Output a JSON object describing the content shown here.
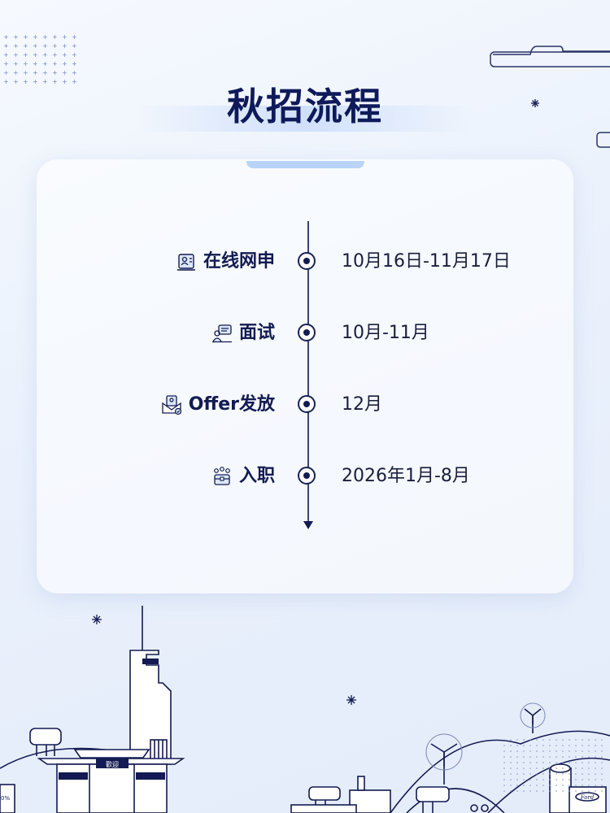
{
  "title": "秋招流程",
  "steps": [
    {
      "label": "在线网申",
      "date": "10月16日-11月17日",
      "icon": "application-form-icon"
    },
    {
      "label": "面试",
      "date": "10月-11月",
      "icon": "interview-icon"
    },
    {
      "label": "Offer发放",
      "date": "12月",
      "icon": "offer-mail-icon"
    },
    {
      "label": "入职",
      "date": "2026年1月-8月",
      "icon": "onboarding-team-icon"
    }
  ],
  "illustration": {
    "gate_sign": "歡迎",
    "brand_sign": "Ford",
    "edge_sign": "0%"
  },
  "colors": {
    "accent": "#131b52",
    "tab": "#b9d3f7",
    "background": "#eaf1fc",
    "card": "#ffffff"
  }
}
